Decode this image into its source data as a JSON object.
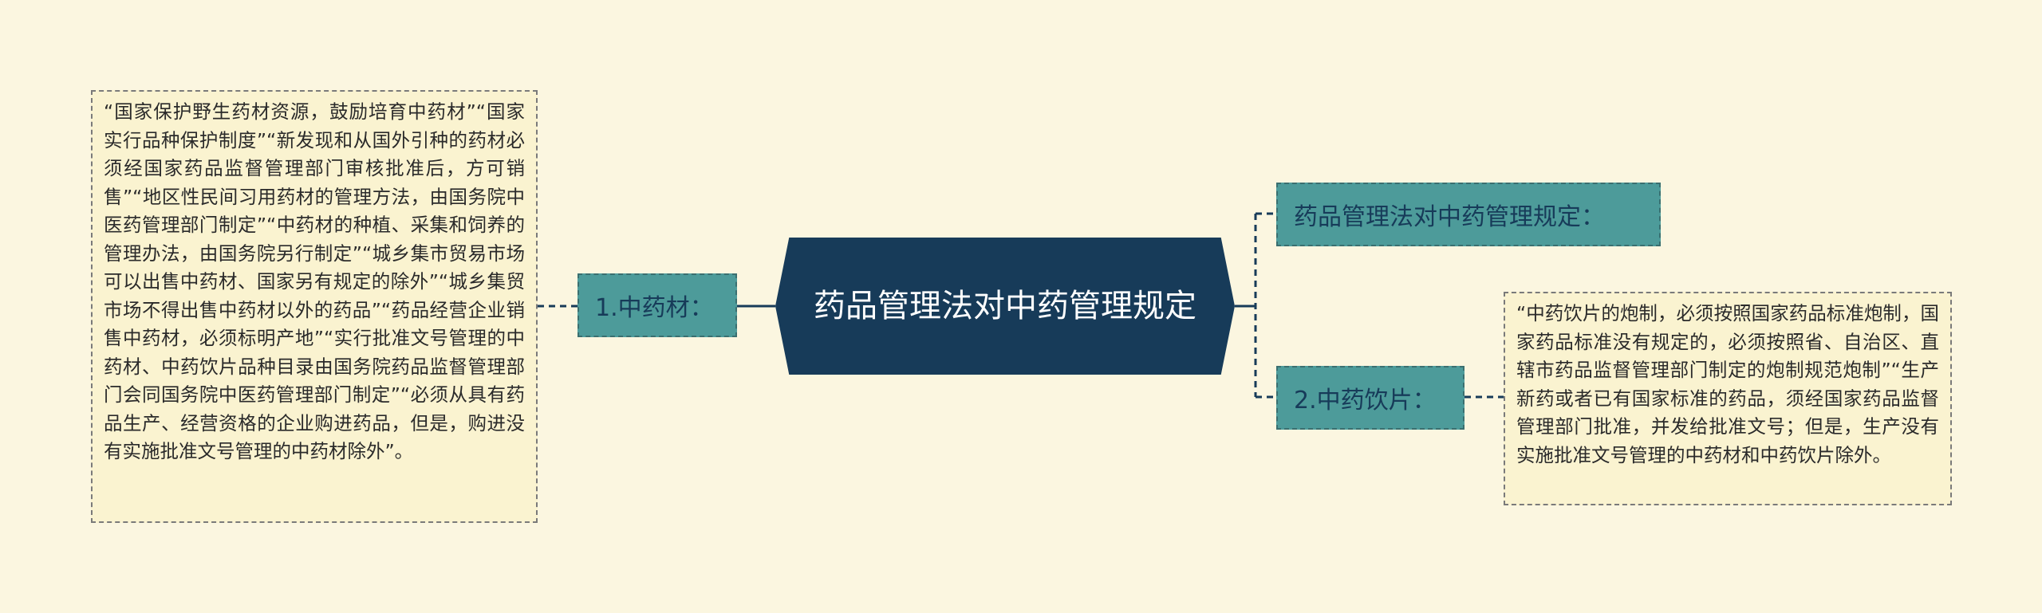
{
  "center": {
    "label": "药品管理法对中药管理规定"
  },
  "branches": {
    "left": {
      "label": "1.中药材："
    },
    "top": {
      "label": "药品管理法对中药管理规定："
    },
    "bottom": {
      "label": "2.中药饮片："
    }
  },
  "leaves": {
    "left": "“国家保护野生药材资源，鼓励培育中药材”“国家实行品种保护制度”“新发现和从国外引种的药材必须经国家药品监督管理部门审核批准后，方可销售”“地区性民间习用药材的管理方法，由国务院中医药管理部门制定”“中药材的种植、采集和饲养的管理办法，由国务院另行制定”“城乡集市贸易市场可以出售中药材、国家另有规定的除外”“城乡集贸市场不得出售中药材以外的药品”“药品经营企业销售中药材，必须标明产地”“实行批准文号管理的中药材、中药饮片品种目录由国务院药品监督管理部门会同国务院中医药管理部门制定”“必须从具有药品生产、经营资格的企业购进药品，但是，购进没有实施批准文号管理的中药材除外”。",
    "right": "“中药饮片的炮制，必须按照国家药品标准炮制，国家药品标准没有规定的，必须按照省、自治区、直辖市药品监督管理部门制定的炮制规范炮制”“生产新药或者已有国家标准的药品，须经国家药品监督管理部门批准，并发给批准文号；但是，生产没有实施批准文号管理的中药材和中药饮片除外。"
  },
  "colors": {
    "background": "#fbf6e0",
    "center_fill": "#173b59",
    "branch_fill": "#4d9b9a",
    "leaf_fill": "#faf3d0",
    "edge": "#173b59"
  }
}
